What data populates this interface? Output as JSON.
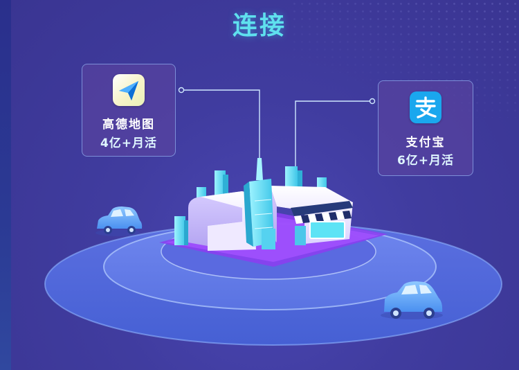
{
  "title": "连接",
  "cards": {
    "amap": {
      "name": "高德地图",
      "stat": "4亿+月活",
      "icon": "paper-plane-navigation-icon"
    },
    "alipay": {
      "name": "支付宝",
      "stat": "6亿+月活",
      "icon": "alipay-zhi-icon"
    }
  },
  "colors": {
    "background": "#3f3a98",
    "title": "#5fe0ee",
    "ring": "#4f7be6",
    "building": "#f1ecff",
    "accent": "#3bc9f0"
  }
}
